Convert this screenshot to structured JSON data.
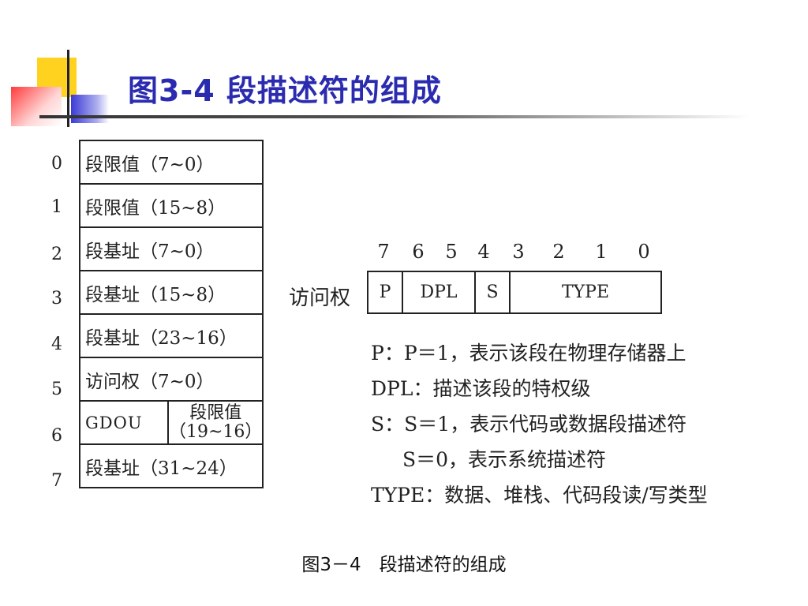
{
  "title": "图3-4 段描述符的组成",
  "rows": [
    {
      "num": "0",
      "text": "段限值（7~0）"
    },
    {
      "num": "1",
      "text": "段限值（15~8）"
    },
    {
      "num": "2",
      "text": "段基址（7~0）"
    },
    {
      "num": "3",
      "text": "段基址（15~8）"
    },
    {
      "num": "4",
      "text": "段基址（23~16）"
    },
    {
      "num": "5",
      "text": "访问权（7~0）"
    },
    {
      "num": "6",
      "left": "GDOU",
      "right_top": "段限值",
      "right_bottom": "（19~16）"
    },
    {
      "num": "7",
      "text": "段基址（31~24）"
    }
  ],
  "access": {
    "label": "访问权",
    "bits": [
      "7",
      "6",
      "5",
      "4",
      "3",
      "2",
      "1",
      "0"
    ],
    "fields": [
      "P",
      "DPL",
      "S",
      "TYPE"
    ]
  },
  "notes": [
    "P：P＝1，表示该段在物理存储器上",
    "DPL：描述该段的特权级",
    "S：S＝1，表示代码或数据段描述符",
    "S＝0，表示系统描述符",
    "TYPE：数据、堆栈、代码段读/写类型"
  ],
  "caption": "图3－4　段描述符的组成"
}
